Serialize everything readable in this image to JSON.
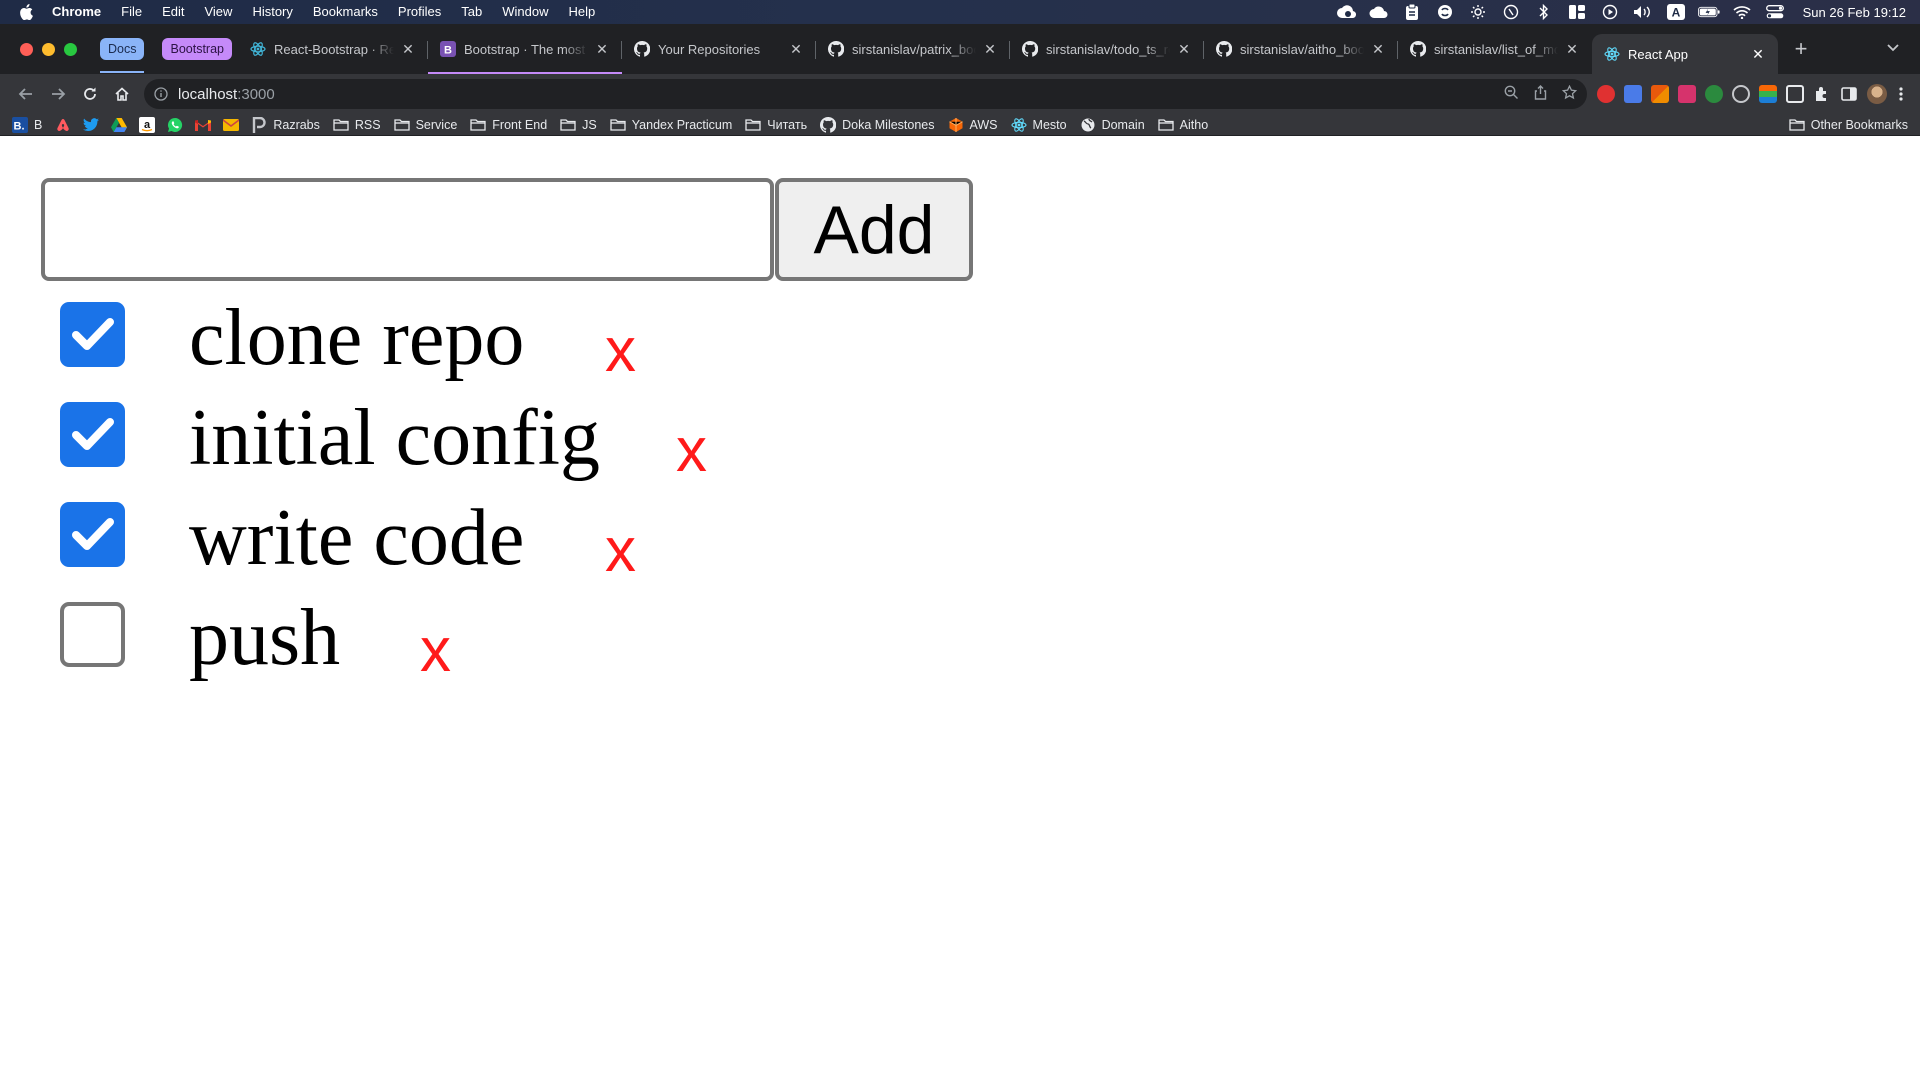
{
  "menubar": {
    "app_name": "Chrome",
    "items": [
      "File",
      "Edit",
      "View",
      "History",
      "Bookmarks",
      "Profiles",
      "Tab",
      "Window",
      "Help"
    ],
    "clock": "Sun 26 Feb  19:12"
  },
  "tabs": {
    "groups": [
      {
        "label": "Docs",
        "color": "#8ab4f8"
      },
      {
        "label": "Bootstrap",
        "color": "#c58af9"
      }
    ],
    "items": [
      {
        "title": "React-Bootstrap · React",
        "icon": "react-bootstrap-icon"
      },
      {
        "title": "Bootstrap · The most p",
        "icon": "bootstrap-icon"
      },
      {
        "title": "Your Repositories",
        "icon": "github-icon"
      },
      {
        "title": "sirstanislav/patrix_boot",
        "icon": "github-icon"
      },
      {
        "title": "sirstanislav/todo_ts_re",
        "icon": "github-icon"
      },
      {
        "title": "sirstanislav/aitho_boot",
        "icon": "github-icon"
      },
      {
        "title": "sirstanislav/list_of_mo",
        "icon": "github-icon"
      },
      {
        "title": "React App",
        "icon": "react-icon"
      }
    ]
  },
  "toolbar": {
    "url_host": "localhost",
    "url_port": ":3000"
  },
  "bookmarks": {
    "first_label": "B",
    "items": [
      {
        "label": "Razrabs",
        "icon": "p-icon"
      },
      {
        "label": "RSS",
        "icon": "folder-icon"
      },
      {
        "label": "Service",
        "icon": "folder-icon"
      },
      {
        "label": "Front End",
        "icon": "folder-icon"
      },
      {
        "label": "JS",
        "icon": "folder-icon"
      },
      {
        "label": "Yandex Practicum",
        "icon": "folder-icon"
      },
      {
        "label": "Читать",
        "icon": "folder-icon"
      },
      {
        "label": "Doka Milestones",
        "icon": "github-icon"
      },
      {
        "label": "AWS",
        "icon": "aws-icon"
      },
      {
        "label": "Mesto",
        "icon": "react-icon"
      },
      {
        "label": "Domain",
        "icon": "globe-icon"
      },
      {
        "label": "Aitho",
        "icon": "folder-icon"
      }
    ],
    "other": "Other Bookmarks"
  },
  "app": {
    "input_value": "",
    "add_label": "Add",
    "delete_label": "x",
    "todos": [
      {
        "text": "clone repo",
        "done": true
      },
      {
        "text": "initial config",
        "done": true
      },
      {
        "text": "write code",
        "done": true
      },
      {
        "text": "push",
        "done": false
      }
    ]
  },
  "colors": {
    "checkbox_checked": "#1a73e8",
    "delete_red": "#ff1a1a"
  }
}
